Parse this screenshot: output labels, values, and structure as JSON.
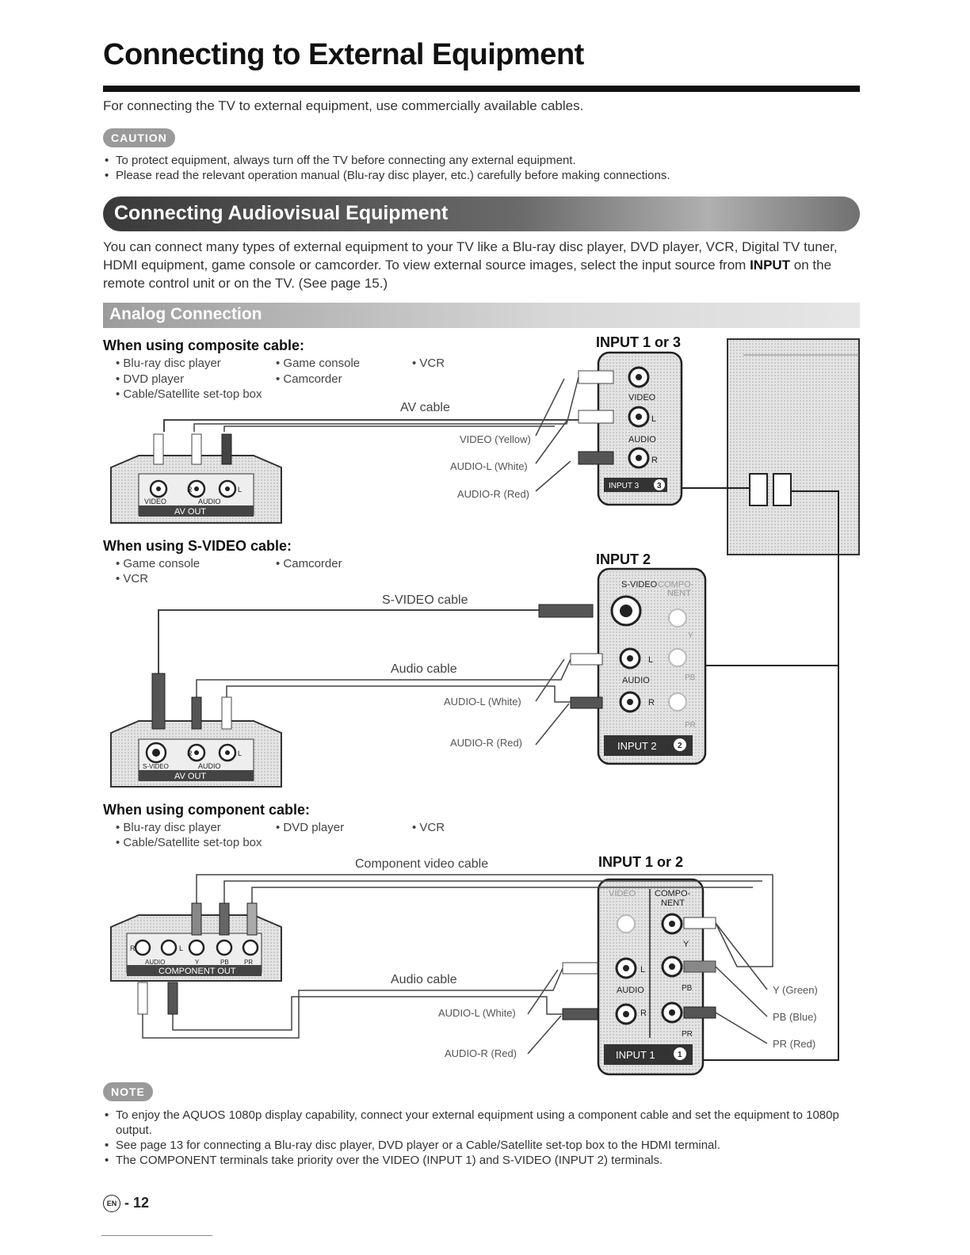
{
  "title": "Connecting to External Equipment",
  "intro": "For connecting the TV to external equipment, use commercially available cables.",
  "caution": {
    "label": "CAUTION",
    "items": [
      "To protect equipment, always turn off the TV before connecting any external equipment.",
      "Please read the relevant operation manual (Blu-ray disc player, etc.) carefully before making connections."
    ]
  },
  "section": {
    "title": "Connecting Audiovisual Equipment",
    "paragraph_pre": "You can connect many types of external equipment to your TV like a Blu-ray disc player, DVD player, VCR, Digital TV tuner, HDMI equipment, game console or camcorder. To view external source images, select the input source from ",
    "paragraph_bold": "INPUT",
    "paragraph_post": " on the remote control unit or on the TV. (See page 15.)"
  },
  "analog": {
    "title": "Analog Connection",
    "composite": {
      "heading": "When using composite cable:",
      "devices": [
        "Blu-ray disc player",
        "Game console",
        "VCR",
        "DVD player",
        "Camcorder",
        "Cable/Satellite set-top box"
      ],
      "input_label": "INPUT 1 or 3",
      "cable_label": "AV cable",
      "wires": [
        "VIDEO (Yellow)",
        "AUDIO-L (White)",
        "AUDIO-R (Red)"
      ],
      "panel": [
        "VIDEO",
        "AUDIO",
        "L",
        "R",
        "INPUT 3"
      ],
      "device_panel": [
        "VIDEO",
        "R",
        "AUDIO",
        "L",
        "AV OUT"
      ]
    },
    "svideo": {
      "heading_pre": "When using ",
      "heading_bold": "S-VIDEO",
      "heading_post": " cable:",
      "devices": [
        "Game console",
        "Camcorder",
        "VCR"
      ],
      "input_label": "INPUT 2",
      "cable_label": "S-VIDEO cable",
      "audio_cable_label": "Audio cable",
      "wires": [
        "AUDIO-L (White)",
        "AUDIO-R (Red)"
      ],
      "panel": [
        "S-VIDEO",
        "COMPO-NENT",
        "Y",
        "L",
        "AUDIO",
        "R",
        "PB",
        "PR",
        "INPUT 2"
      ],
      "device_panel": [
        "S-VIDEO",
        "R",
        "AUDIO",
        "L",
        "AV OUT"
      ]
    },
    "component": {
      "heading": "When using component cable:",
      "devices": [
        "Blu-ray disc player",
        "DVD player",
        "VCR",
        "Cable/Satellite set-top box"
      ],
      "input_label": "INPUT 1 or 2",
      "cable_label": "Component video cable",
      "audio_cable_label": "Audio cable",
      "wires": [
        "AUDIO-L (White)",
        "AUDIO-R (Red)"
      ],
      "outputs": [
        "Y (Green)",
        "PB (Blue)",
        "PR (Red)"
      ],
      "panel": [
        "VIDEO",
        "COMPO-NENT",
        "Y",
        "L",
        "AUDIO",
        "R",
        "PB",
        "PR",
        "INPUT 1"
      ],
      "device_panel": [
        "R",
        "L",
        "AUDIO",
        "Y",
        "PB",
        "PR",
        "COMPONENT OUT"
      ]
    }
  },
  "note": {
    "label": "NOTE",
    "items": [
      "To enjoy the AQUOS 1080p display capability, connect your external equipment using a component cable and set the equipment to 1080p output.",
      "See page 13 for connecting a Blu-ray disc player, DVD player or a Cable/Satellite set-top box to the HDMI terminal.",
      "The COMPONENT terminals take priority over the VIDEO (INPUT 1) and S-VIDEO (INPUT 2) terminals."
    ]
  },
  "footer": {
    "lang": "EN",
    "page": "- 12"
  }
}
